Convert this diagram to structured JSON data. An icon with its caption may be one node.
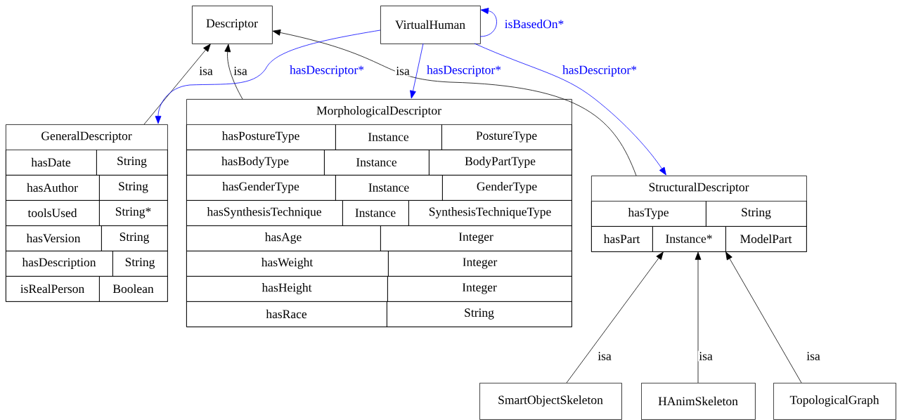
{
  "diagram": {
    "nodes": [
      {
        "text": [
          "Descriptor"
        ]
      },
      {
        "text": [
          "VirtualHuman"
        ]
      },
      {
        "text": [
          "GeneralDescriptor"
        ]
      },
      {
        "text": [
          "hasDate"
        ],
        "in": 2
      },
      {
        "text": [
          "String"
        ],
        "in": 2
      },
      {
        "text": [
          "hasAuthor"
        ],
        "in": 2
      },
      {
        "text": [
          "String"
        ],
        "in": 2
      },
      {
        "text": [
          "toolsUsed"
        ],
        "in": 2
      },
      {
        "text": [
          "String*"
        ],
        "in": 2
      },
      {
        "text": [
          "hasVersion"
        ],
        "in": 2
      },
      {
        "text": [
          "String"
        ],
        "in": 2
      },
      {
        "text": [
          "hasDescription"
        ],
        "in": 2
      },
      {
        "text": [
          "String"
        ],
        "in": 2
      },
      {
        "text": [
          "isRealPerson"
        ],
        "in": 2
      },
      {
        "text": [
          "Boolean"
        ],
        "in": 2
      },
      {
        "text": [
          "MorphologicalDescriptor"
        ]
      },
      {
        "text": [
          "hasPostureType"
        ],
        "in": 15
      },
      {
        "text": [
          "Instance"
        ],
        "in": 15
      },
      {
        "text": [
          "PostureType"
        ],
        "in": 15
      },
      {
        "text": [
          "hasBodyType"
        ],
        "in": 15
      },
      {
        "text": [
          "Instance"
        ],
        "in": 15
      },
      {
        "text": [
          "BodyPartType"
        ],
        "in": 15
      },
      {
        "text": [
          "hasGenderType"
        ],
        "in": 15
      },
      {
        "text": [
          "Instance"
        ],
        "in": 15
      },
      {
        "text": [
          "GenderType"
        ],
        "in": 15
      },
      {
        "text": [
          "hasSynthesisTechnique"
        ],
        "in": 15
      },
      {
        "text": [
          "Instance"
        ],
        "in": 15
      },
      {
        "text": [
          "SynthesisTechniqueType"
        ],
        "in": 15
      },
      {
        "text": [
          "hasAge"
        ],
        "in": 15
      },
      {
        "text": [
          "Integer"
        ],
        "in": 15
      },
      {
        "text": [
          "hasWeight"
        ],
        "in": 15
      },
      {
        "text": [
          "Integer"
        ],
        "in": 15
      },
      {
        "text": [
          "hasHeight"
        ],
        "in": 15
      },
      {
        "text": [
          "Integer"
        ],
        "in": 15
      },
      {
        "text": [
          "hasRace"
        ],
        "in": 15
      },
      {
        "text": [
          "String"
        ],
        "in": 15
      },
      {
        "text": [
          "StructuralDescriptor"
        ]
      },
      {
        "text": [
          "hasType"
        ],
        "in": 36
      },
      {
        "text": [
          "String"
        ],
        "in": 36
      },
      {
        "text": [
          "hasPart"
        ],
        "in": 36
      },
      {
        "text": [
          "Instance*"
        ],
        "in": 36
      },
      {
        "text": [
          "ModelPart"
        ],
        "in": 36
      },
      {
        "text": [
          "SmartObjectSkeleton"
        ]
      },
      {
        "text": [
          "HAnimSkeleton"
        ]
      },
      {
        "text": [
          "TopologicalGraph"
        ]
      }
    ],
    "edges": [
      {
        "from": 2,
        "to": 0,
        "arrow": "to",
        "label": "isa"
      },
      {
        "from": 15,
        "to": 0,
        "arrow": "to",
        "label": "isa"
      },
      {
        "from": 36,
        "to": 0,
        "arrow": "to",
        "label": "isa"
      },
      {
        "from": 1,
        "to": 2,
        "arrow": "to",
        "label": "hasDescriptor*",
        "color": "#0000ff"
      },
      {
        "from": 1,
        "to": 15,
        "arrow": "to",
        "label": "hasDescriptor*",
        "color": "#0000ff"
      },
      {
        "from": 1,
        "to": 36,
        "arrow": "to",
        "label": "hasDescriptor*",
        "color": "#0000ff"
      },
      {
        "from": 1,
        "to": 1,
        "arrow": "to",
        "label": "isBasedOn*",
        "color": "#0000ff"
      },
      {
        "from": 42,
        "to": 36,
        "arrow": "to",
        "label": "isa"
      },
      {
        "from": 43,
        "to": 36,
        "arrow": "to",
        "label": "isa"
      },
      {
        "from": 44,
        "to": 36,
        "arrow": "to",
        "label": "isa"
      }
    ]
  }
}
